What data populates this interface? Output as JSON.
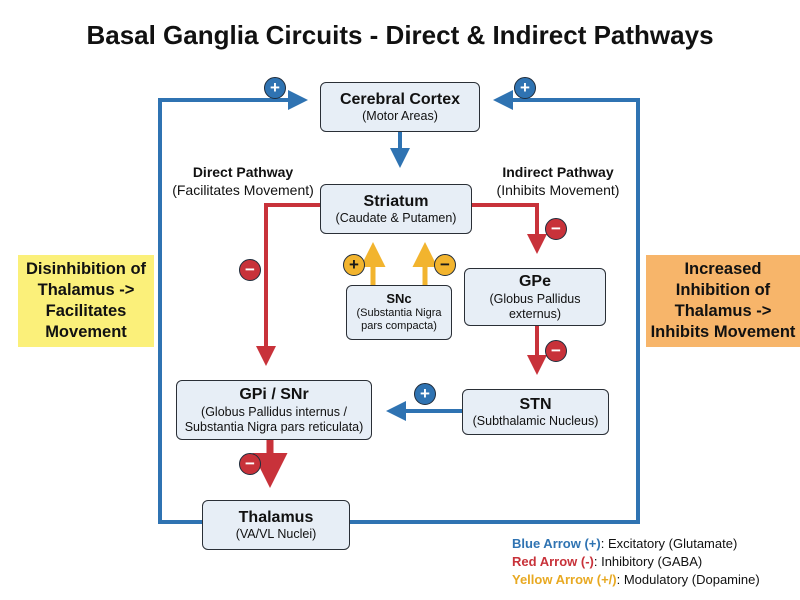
{
  "title": "Basal Ganglia Circuits - Direct & Indirect Pathways",
  "colors": {
    "excitatory": "#2f73b2",
    "inhibitory": "#c8323a",
    "modulatory": "#f2b42e",
    "node_fill": "#e7eef6",
    "left_box": "#fbf07a",
    "right_box": "#f7b56a"
  },
  "nodes": {
    "cortex": {
      "name": "Cerebral Cortex",
      "desc": "(Motor Areas)"
    },
    "striatum": {
      "name": "Striatum",
      "desc": "(Caudate & Putamen)"
    },
    "snc": {
      "name": "SNc",
      "desc": "(Substantia Nigra pars compacta)"
    },
    "gpe": {
      "name": "GPe",
      "desc": "(Globus Pallidus externus)"
    },
    "gpi": {
      "name": "GPi / SNr",
      "desc": "(Globus Pallidus internus / Substantia Nigra pars reticulata)"
    },
    "stn": {
      "name": "STN",
      "desc": "(Subthalamic Nucleus)"
    },
    "thalamus": {
      "name": "Thalamus",
      "desc": "(VA/VL Nuclei)"
    }
  },
  "pathways": {
    "direct": {
      "title": "Direct Pathway",
      "desc": "(Facilitates Movement)"
    },
    "indirect": {
      "title": "Indirect Pathway",
      "desc": "(Inhibits Movement)"
    }
  },
  "side_boxes": {
    "left": "Disinhibition of Thalamus -> Facilitates Movement",
    "right": "Increased Inhibition of Thalamus -> Inhibits Movement"
  },
  "badges": {
    "plus": "+",
    "minus": "−",
    "mod_plus": "+",
    "mod_minus": "−"
  },
  "legend": [
    {
      "key": "Blue Arrow (+)",
      "desc": ": Excitatory (Glutamate)"
    },
    {
      "key": "Red Arrow (-)",
      "desc": ": Inhibitory (GABA)"
    },
    {
      "key": "Yellow Arrow (+/)",
      "desc": ": Modulatory (Dopamine)"
    }
  ]
}
